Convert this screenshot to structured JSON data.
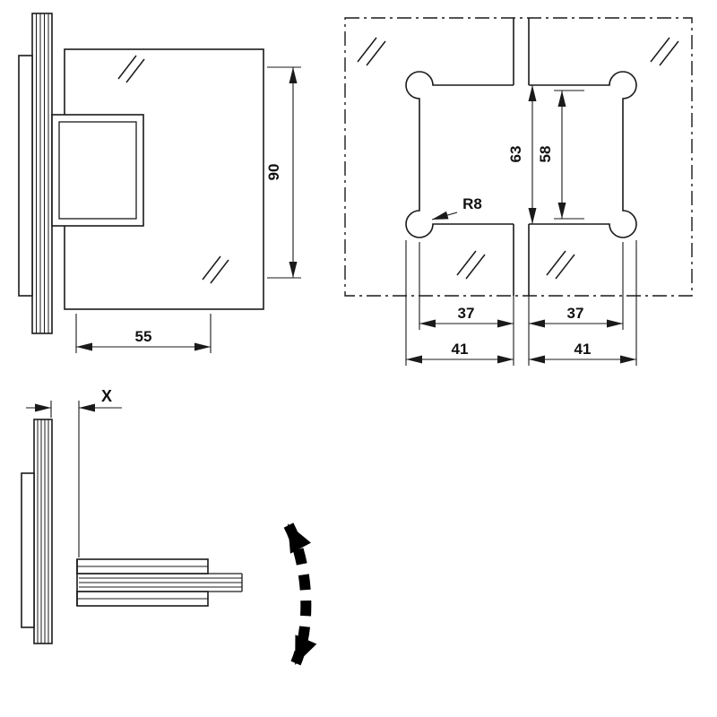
{
  "colors": {
    "line": "#1a1a1a",
    "background": "#ffffff"
  },
  "dims": {
    "side_height": "90",
    "side_width": "55",
    "front_spacing_outer": "63",
    "front_spacing_inner": "58",
    "front_radius": "R8",
    "front_cut_left": "37",
    "front_cut_right": "37",
    "front_edge_left": "41",
    "front_edge_right": "41",
    "top_gap": "X"
  }
}
